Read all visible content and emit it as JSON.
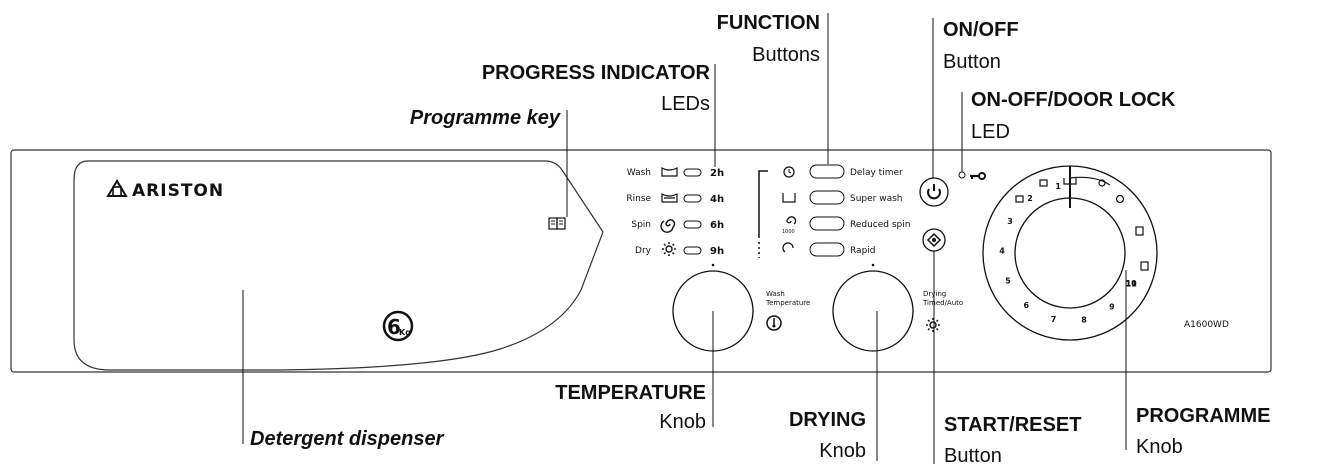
{
  "callouts": {
    "function": {
      "title": "FUNCTION",
      "sub": "Buttons"
    },
    "progress": {
      "title": "PROGRESS INDICATOR",
      "sub": "LEDs"
    },
    "programme_key": {
      "title": "Programme key"
    },
    "onoff": {
      "title": "ON/OFF",
      "sub": "Button"
    },
    "door_lock": {
      "title": "ON-OFF/DOOR LOCK",
      "sub": "LED"
    },
    "temperature": {
      "title": "TEMPERATURE",
      "sub": "Knob"
    },
    "drying": {
      "title": "DRYING",
      "sub": "Knob"
    },
    "start_reset": {
      "title": "START/RESET",
      "sub": "Button"
    },
    "programme": {
      "title": "PROGRAMME",
      "sub": "Knob"
    },
    "detergent": {
      "title": "Detergent dispenser"
    }
  },
  "panel": {
    "brand": "ARISTON",
    "capacity": "6",
    "capacity_unit": "Kg",
    "model": "A1600WD",
    "progress_leds": [
      {
        "label": "Wash",
        "time": "2h"
      },
      {
        "label": "Rinse",
        "time": "4h"
      },
      {
        "label": "Spin",
        "time": "6h"
      },
      {
        "label": "Dry",
        "time": "9h"
      }
    ],
    "function_buttons": [
      {
        "label": "Delay timer"
      },
      {
        "label": "Super wash"
      },
      {
        "label": "Reduced spin",
        "icon_text": "1000"
      },
      {
        "label": "Rapid"
      }
    ],
    "wash_temp_label": [
      "Wash",
      "Temperature"
    ],
    "drying_label": [
      "Drying",
      "Timed/Auto"
    ],
    "programme_numbers": [
      "1",
      "2",
      "3",
      "4",
      "5",
      "6",
      "7",
      "8",
      "9",
      "10",
      "11"
    ]
  },
  "colors": {
    "panel_stroke": "#333333",
    "text": "#111111"
  }
}
